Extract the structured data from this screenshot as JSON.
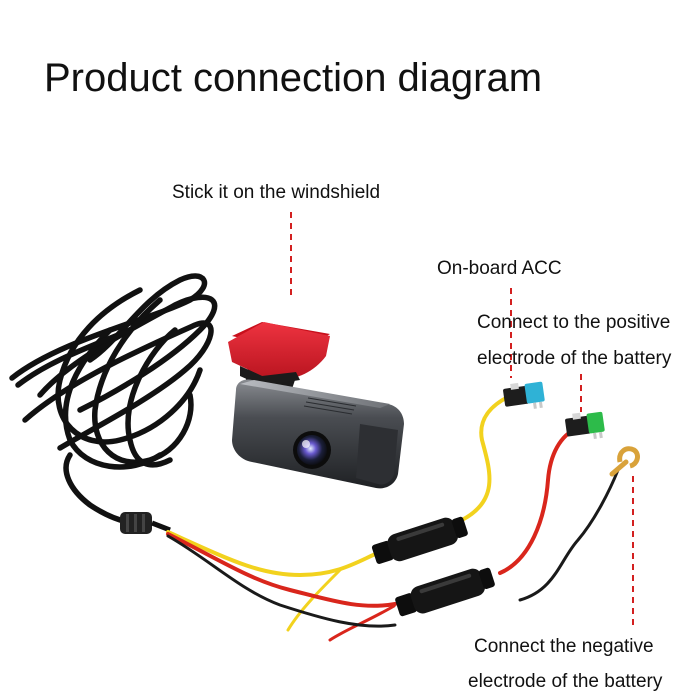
{
  "title": "Product connection diagram",
  "labels": {
    "windshield": "Stick it on the windshield",
    "acc": "On-board ACC",
    "positive_line1": "Connect to the positive",
    "positive_line2": "electrode of the battery",
    "negative_line1": "Connect the negative",
    "negative_line2": "electrode of the battery"
  },
  "colors": {
    "cable": "#111111",
    "adhesive_pad": "#d81e2a",
    "wire_yellow": "#f2d21e",
    "wire_red": "#d9261c",
    "wire_black": "#1a1a1a",
    "fuse_blue": "#2fb2d6",
    "fuse_green": "#2dbb4a",
    "ring_terminal": "#d9a23a",
    "leader_line": "#d32020"
  },
  "icons": {
    "dash_camera": "dash-camera-icon",
    "fuse_tap_acc": "fuse-tap-icon",
    "fuse_tap_positive": "fuse-tap-icon",
    "ground_terminal": "ring-terminal-icon",
    "inline_fuse_holder": "fuse-holder-icon"
  }
}
